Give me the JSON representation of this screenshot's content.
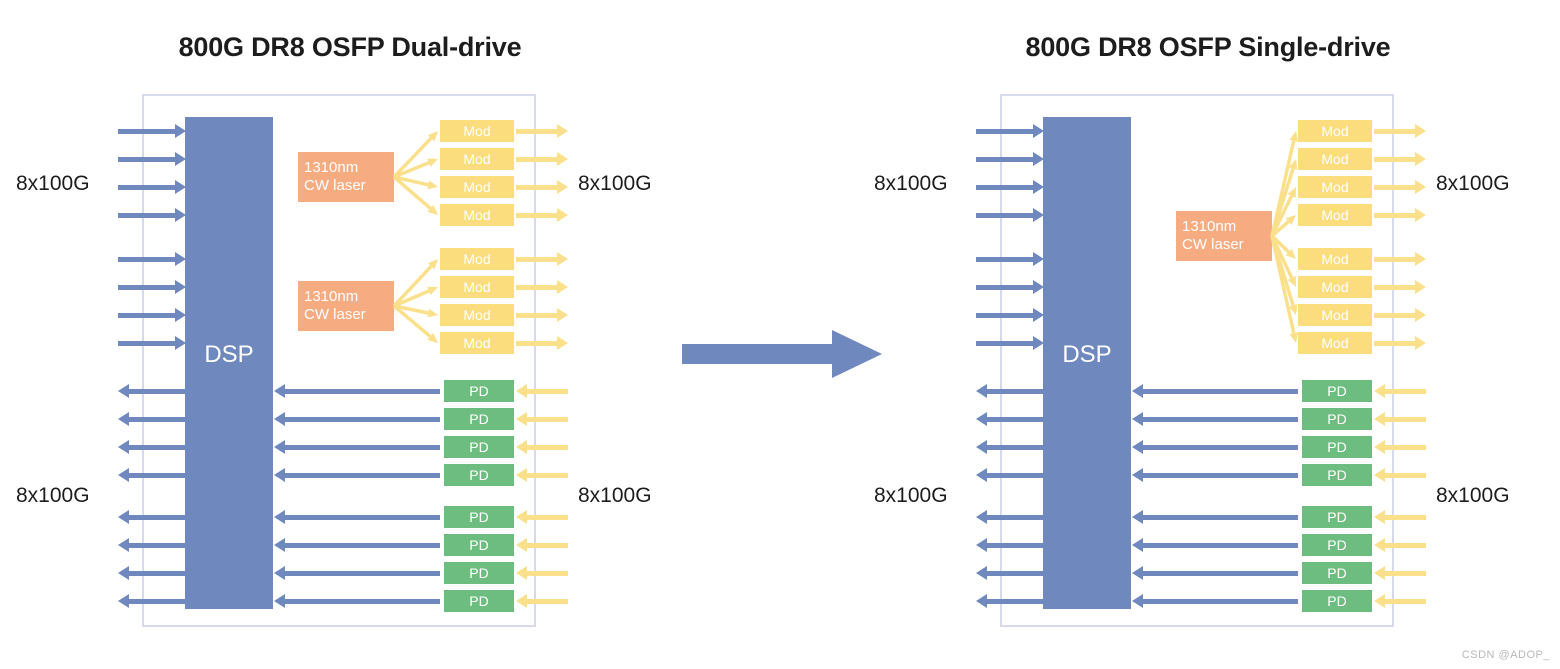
{
  "watermark": "CSDN @ADOP_",
  "colors": {
    "blue": "#6f88be",
    "yellow_box": "#fbdd7e",
    "yellow_arrow": "#fbe08c",
    "green": "#6cbd7f",
    "orange": "#f6ab81",
    "border": "#d5daee",
    "title_text": "#1d1d1d"
  },
  "panels": [
    {
      "id": "dual-drive",
      "title": "800G DR8 OSFP Dual-drive",
      "dsp_label": "DSP",
      "laser_count": 2,
      "lasers": [
        {
          "line1": "1310nm",
          "line2": "CW laser"
        },
        {
          "line1": "1310nm",
          "line2": "CW laser"
        }
      ],
      "mod_label": "Mod",
      "mod_count": 8,
      "pd_label": "PD",
      "pd_count": 8,
      "labels": {
        "tx_in": "8x100G",
        "tx_out": "8x100G",
        "rx_out": "8x100G",
        "rx_in": "8x100G"
      }
    },
    {
      "id": "single-drive",
      "title": "800G DR8 OSFP Single-drive",
      "dsp_label": "DSP",
      "laser_count": 1,
      "lasers": [
        {
          "line1": "1310nm",
          "line2": "CW laser"
        }
      ],
      "mod_label": "Mod",
      "mod_count": 8,
      "pd_label": "PD",
      "pd_count": 8,
      "labels": {
        "tx_in": "8x100G",
        "tx_out": "8x100G",
        "rx_out": "8x100G",
        "rx_in": "8x100G"
      }
    }
  ],
  "transition": {
    "direction": "right",
    "name": "evolution-arrow"
  }
}
